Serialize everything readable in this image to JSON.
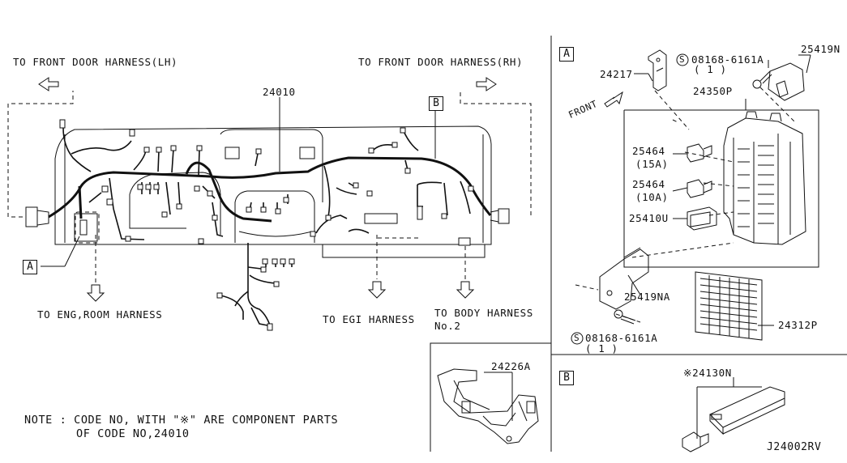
{
  "labels": {
    "front_door_lh": "TO FRONT DOOR HARNESS(LH)",
    "front_door_rh": "TO FRONT DOOR HARNESS(RH)",
    "part_24010": "24010",
    "eng_room": "TO ENG,ROOM HARNESS",
    "egi": "TO EGI HARNESS",
    "body_harness": "TO BODY HARNESS",
    "body_harness_no": "No.2",
    "note_line1": "NOTE : CODE NO, WITH \"※\" ARE COMPONENT PARTS",
    "note_line2": "OF CODE NO,24010",
    "part_24226A": "24226A",
    "part_24217": "24217",
    "screw_top": "08168-6161A",
    "screw_top_qty": "( 1 )",
    "part_25419N": "25419N",
    "part_24350P": "24350P",
    "front": "FRONT",
    "fuse_15": "25464",
    "fuse_15_rating": "(15A)",
    "fuse_10": "25464",
    "fuse_10_rating": "(10A)",
    "part_25410U": "25410U",
    "part_25419NA": "25419NA",
    "part_24312P": "24312P",
    "screw_bottom": "08168-6161A",
    "screw_bottom_qty": "( 1 )",
    "part_24130N": "※24130N",
    "diagram_code": "J24002RV",
    "screw_symbol": "S"
  },
  "callouts": {
    "a": "A",
    "b": "B"
  }
}
